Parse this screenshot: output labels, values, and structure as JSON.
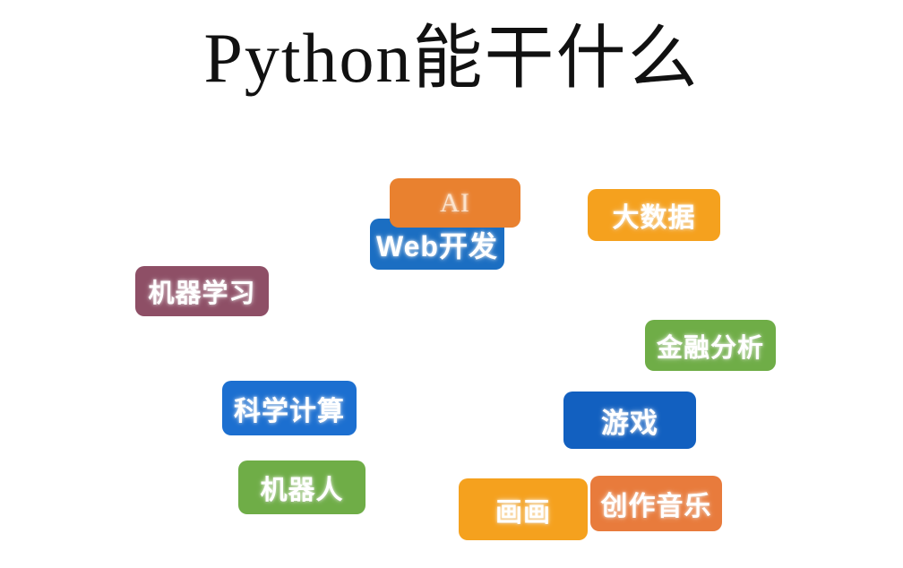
{
  "slide": {
    "title": "Python能干什么",
    "background_color": "#FFFFFF"
  },
  "tags": [
    {
      "id": "ai",
      "label": "AI",
      "color": "#E9812F",
      "text_color": "#FCE3CC",
      "script": "latin"
    },
    {
      "id": "web",
      "label": "Web开发",
      "color": "#1B6EC2",
      "text_color": "#FFFFFF",
      "script": "mixed"
    },
    {
      "id": "bigdata",
      "label": "大数据",
      "color": "#F5A11E",
      "text_color": "#FFFFFF",
      "script": "han"
    },
    {
      "id": "ml",
      "label": "机器学习",
      "color": "#8E4F66",
      "text_color": "#FFFFFF",
      "script": "han"
    },
    {
      "id": "finance",
      "label": "金融分析",
      "color": "#6FAD47",
      "text_color": "#FFFFFF",
      "script": "han"
    },
    {
      "id": "sci",
      "label": "科学计算",
      "color": "#1C6FD0",
      "text_color": "#FFFFFF",
      "script": "han"
    },
    {
      "id": "game",
      "label": "游戏",
      "color": "#1260C0",
      "text_color": "#FFFFFF",
      "script": "han"
    },
    {
      "id": "robot",
      "label": "机器人",
      "color": "#6FAD47",
      "text_color": "#FFFFFF",
      "script": "han"
    },
    {
      "id": "draw",
      "label": "画画",
      "color": "#F5A11E",
      "text_color": "#FFFFFF",
      "script": "han"
    },
    {
      "id": "music",
      "label": "创作音乐",
      "color": "#E87B3C",
      "text_color": "#FFFFFF",
      "script": "han"
    }
  ]
}
